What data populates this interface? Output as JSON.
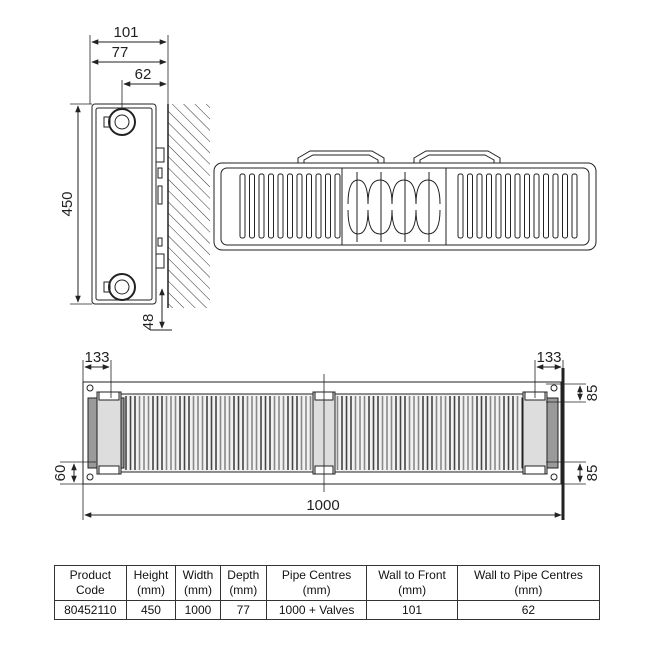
{
  "dimensions": {
    "depth_total": "101",
    "depth_front": "77",
    "pipe_offset": "62",
    "height": "450",
    "bottom_offset": "48",
    "left_inset": "133",
    "right_inset": "133",
    "side_left": "60",
    "side_right_top": "85",
    "side_right_bottom": "85",
    "width": "1000"
  },
  "table": {
    "headers": [
      [
        "Product",
        "Code"
      ],
      [
        "Height",
        "(mm)"
      ],
      [
        "Width",
        "(mm)"
      ],
      [
        "Depth",
        "(mm)"
      ],
      [
        "Pipe Centres",
        "(mm)"
      ],
      [
        "Wall to Front",
        "(mm)"
      ],
      [
        "Wall to Pipe Centres",
        "(mm)"
      ]
    ],
    "row": [
      "80452110",
      "450",
      "1000",
      "77",
      "1000 + Valves",
      "101",
      "62"
    ]
  }
}
